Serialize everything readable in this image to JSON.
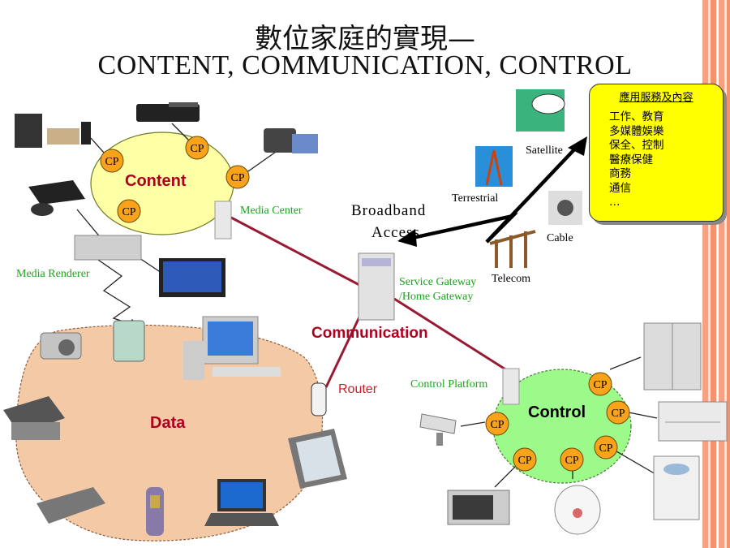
{
  "title": {
    "line1": "數位家庭的實現—",
    "line2": "CONTENT, COMMUNICATION, CONTROL"
  },
  "zones": {
    "content": "Content",
    "communication": "Communication",
    "data": "Data",
    "control": "Control"
  },
  "cp_label": "CP",
  "devices": {
    "media_center": "Media Center",
    "media_renderer": "Media Renderer",
    "service_gateway": "Service Gateway",
    "home_gateway": "/Home Gateway",
    "router": "Router",
    "control_platform": "Control Platform"
  },
  "access": {
    "broadband_line1": "Broadband",
    "broadband_line2": "Access",
    "satellite": "Satellite",
    "terrestrial": "Terrestrial",
    "cable": "Cable",
    "telecom": "Telecom"
  },
  "services": {
    "heading": "應用服務及內容",
    "items": [
      "工作、教育",
      "多媒體娛樂",
      "保全、控制",
      "醫療保健",
      "商務",
      "通信",
      "…"
    ]
  },
  "colors": {
    "content_zone": "#ffffa6",
    "data_zone": "#f4c9a6",
    "control_zone": "#9cfa8a",
    "cp_fill": "#f9a31a",
    "link": "#991a33",
    "label_green": "#1aa51a"
  }
}
